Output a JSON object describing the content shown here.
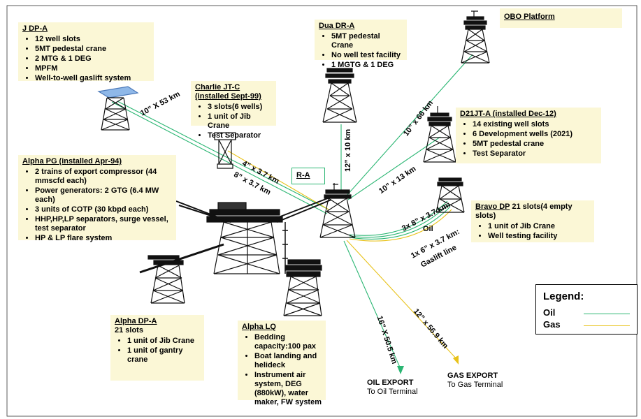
{
  "colors": {
    "oil": "#2bb673",
    "gas": "#e8c21a",
    "box": "#fbf7d6"
  },
  "platforms": {
    "jdpa": {
      "title": "J DP-A",
      "items": [
        "12 well slots",
        "5MT pedestal crane",
        "2 MTG & 1 DEG",
        "MPFM",
        "Well-to-well gaslift system"
      ]
    },
    "charlie": {
      "title": "Charlie JT-C (installed Sept-99)",
      "items": [
        "3 slots(6 wells)",
        "1 unit of Jib Crane",
        "Test Separator"
      ]
    },
    "dua": {
      "title": "Dua DR-A",
      "items": [
        "5MT pedestal Crane",
        "No well test facility",
        "1 MGTG & 1 DEG"
      ]
    },
    "obo": {
      "title": "OBO Platform"
    },
    "d21jt": {
      "title": "D21JT-A (installed Dec-12)",
      "items": [
        "14 existing well slots",
        "6 Development wells (2021)",
        "5MT pedestal crane",
        "Test Separator"
      ]
    },
    "ra": {
      "title": "R-A"
    },
    "bravo": {
      "title": "Bravo DP",
      "title_detail": "21 slots(4 empty slots)",
      "items": [
        "1 unit of Jib Crane",
        "Well testing facility"
      ]
    },
    "alpha_pg": {
      "title": "Alpha PG (installed Apr-94)",
      "items": [
        "2 trains of export compressor (44 mmscfd each)",
        "Power generators: 2 GTG (6.4 MW each)",
        "3 units of COTP (30 kbpd each)",
        "HHP,HP,LP separators, surge vessel, test separator",
        "HP & LP flare system"
      ]
    },
    "alpha_dpa": {
      "title": "Alpha DP-A",
      "subtitle": "21 slots",
      "items": [
        "1 unit of Jib Crane",
        "1 unit of gantry crane"
      ]
    },
    "alpha_lq": {
      "title": "Alpha LQ",
      "items": [
        "Bedding capacity:100 pax",
        "Boat landing and helideck",
        "Instrument air system, DEG (880kW), water maker, FW system"
      ]
    }
  },
  "pipelines": {
    "jdpa": "10” X 53 km",
    "charlie_1": "4” x 3.7 km",
    "charlie_2": "8” x 3.7 km",
    "dua": "12” x 10 km",
    "obo": "10” x 66 km",
    "d21jt": "10” x 13 km",
    "bravo_oil": "3x 8” x 3.7 km:",
    "bravo_oil_word": "Oil",
    "bravo_gaslift": "1x 6” x 3.7 km:",
    "bravo_gaslift_word": "Gaslift line",
    "oil_export": "16” X 50.5 km",
    "gas_export": "12” x 56.9 km"
  },
  "exports": {
    "oil": {
      "title": "OIL EXPORT",
      "destination": "To Oil Terminal"
    },
    "gas": {
      "title": "GAS EXPORT",
      "destination": "To Gas Terminal"
    }
  },
  "legend": {
    "title": "Legend:",
    "oil": "Oil",
    "gas": "Gas"
  }
}
